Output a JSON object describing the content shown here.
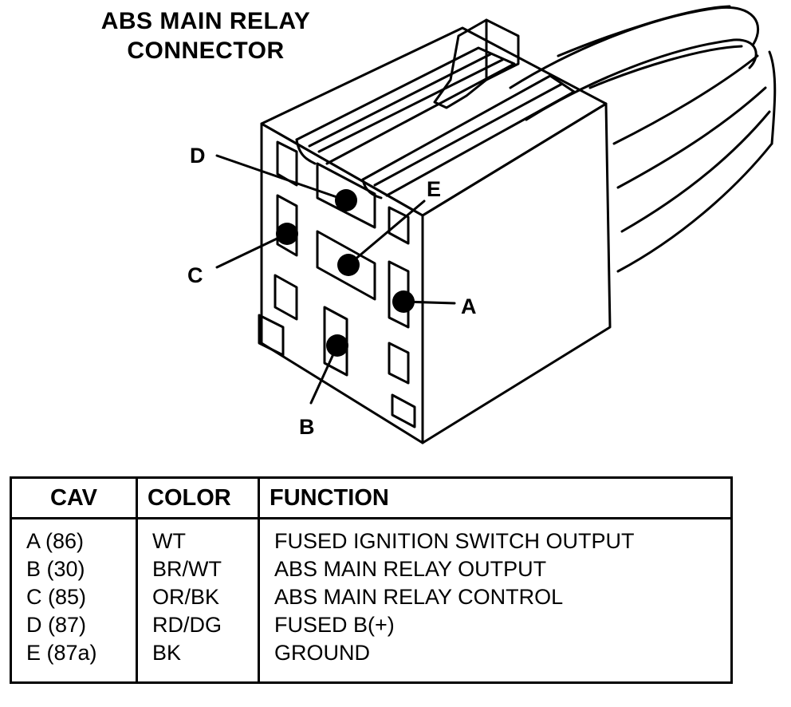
{
  "title": {
    "line1": "ABS MAIN RELAY",
    "line2": "CONNECTOR"
  },
  "callouts": {
    "a": "A",
    "b": "B",
    "c": "C",
    "d": "D",
    "e": "E"
  },
  "table": {
    "headers": {
      "cav": "CAV",
      "color": "COLOR",
      "function": "FUNCTION"
    },
    "rows": [
      {
        "cav": "A (86)",
        "color": "WT",
        "function": "FUSED IGNITION SWITCH OUTPUT"
      },
      {
        "cav": "B (30)",
        "color": "BR/WT",
        "function": "ABS MAIN RELAY OUTPUT"
      },
      {
        "cav": "C (85)",
        "color": "OR/BK",
        "function": "ABS MAIN RELAY CONTROL"
      },
      {
        "cav": "D (87)",
        "color": "RD/DG",
        "function": "FUSED B(+)"
      },
      {
        "cav": "E (87a)",
        "color": "BK",
        "function": "GROUND"
      }
    ]
  }
}
